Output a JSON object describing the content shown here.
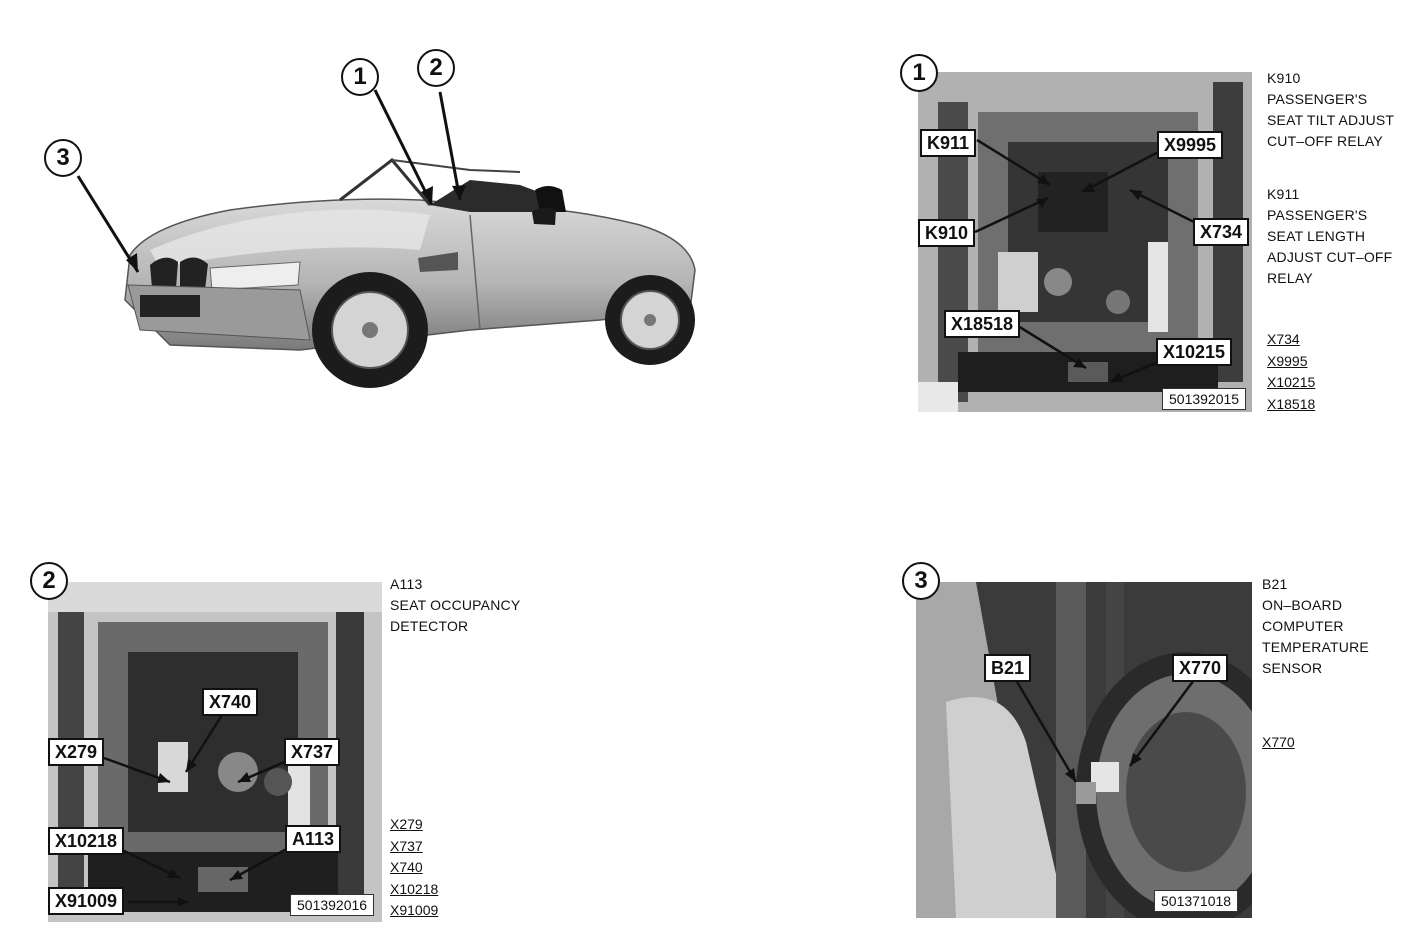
{
  "car_view": {
    "callouts": [
      "1",
      "2",
      "3"
    ]
  },
  "panel1": {
    "number": "1",
    "labels": {
      "k911": "K911",
      "x9995": "X9995",
      "k910": "K910",
      "x734": "X734",
      "x18518": "X18518",
      "x10215": "X10215"
    },
    "ref": "501392015",
    "description": [
      "K910",
      "PASSENGER'S",
      "SEAT TILT ADJUST",
      "CUT–OFF RELAY",
      "",
      "K911",
      "PASSENGER'S",
      "SEAT LENGTH",
      "ADJUST CUT–OFF",
      "RELAY"
    ],
    "codes": [
      "X734",
      "X9995",
      "X10215",
      "X18518"
    ]
  },
  "panel2": {
    "number": "2",
    "labels": {
      "x740": "X740",
      "x279": "X279",
      "x737": "X737",
      "x10218": "X10218",
      "a113": "A113",
      "x91009": "X91009"
    },
    "ref": "501392016",
    "description": [
      "A113",
      "SEAT OCCUPANCY",
      "DETECTOR"
    ],
    "codes": [
      "X279",
      "X737",
      "X740",
      "X10218",
      "X91009"
    ]
  },
  "panel3": {
    "number": "3",
    "labels": {
      "b21": "B21",
      "x770": "X770"
    },
    "ref": "501371018",
    "description": [
      "B21",
      "ON–BOARD",
      "COMPUTER",
      "TEMPERATURE",
      "SENSOR"
    ],
    "codes": [
      "X770"
    ]
  }
}
